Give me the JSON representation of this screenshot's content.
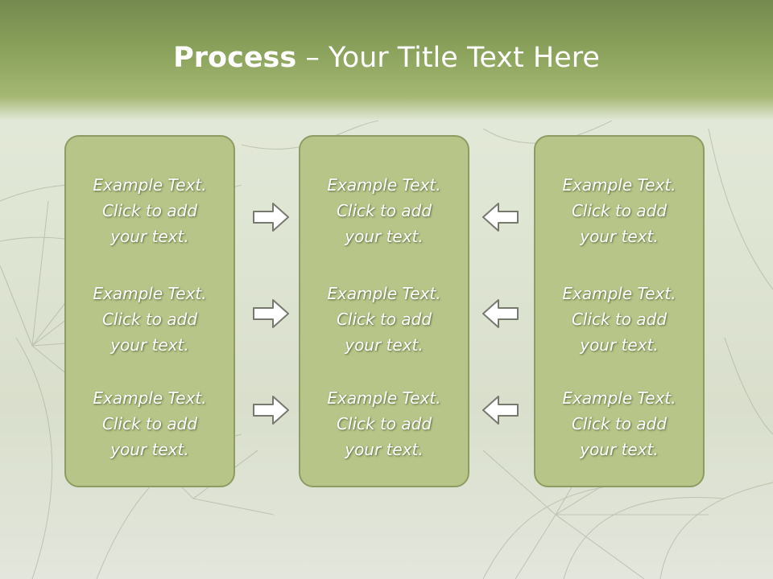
{
  "title": {
    "bold": "Process",
    "rest": " – Your Title Text Here"
  },
  "columns": [
    {
      "items": [
        {
          "l1": "Example Text.",
          "l2": "Click  to add",
          "l3": "your text."
        },
        {
          "l1": "Example Text.",
          "l2": "Click  to add",
          "l3": "your text."
        },
        {
          "l1": "Example Text.",
          "l2": "Click  to add",
          "l3": "your text."
        }
      ]
    },
    {
      "items": [
        {
          "l1": "Example Text.",
          "l2": "Click  to add",
          "l3": "your text."
        },
        {
          "l1": "Example Text.",
          "l2": "Click  to add",
          "l3": "your text."
        },
        {
          "l1": "Example Text.",
          "l2": "Click  to add",
          "l3": "your text."
        }
      ]
    },
    {
      "items": [
        {
          "l1": "Example Text.",
          "l2": "Click  to add",
          "l3": "your text."
        },
        {
          "l1": "Example Text.",
          "l2": "Click  to add",
          "l3": "your text."
        },
        {
          "l1": "Example Text.",
          "l2": "Click  to add",
          "l3": "your text."
        }
      ]
    }
  ],
  "arrows": {
    "left_group": "right-arrow-icon",
    "right_group": "left-arrow-icon"
  },
  "colors": {
    "title_band": "#8ca45d",
    "box_fill": "#b7c589",
    "box_border": "#8e9b63",
    "text": "#ffffff"
  }
}
